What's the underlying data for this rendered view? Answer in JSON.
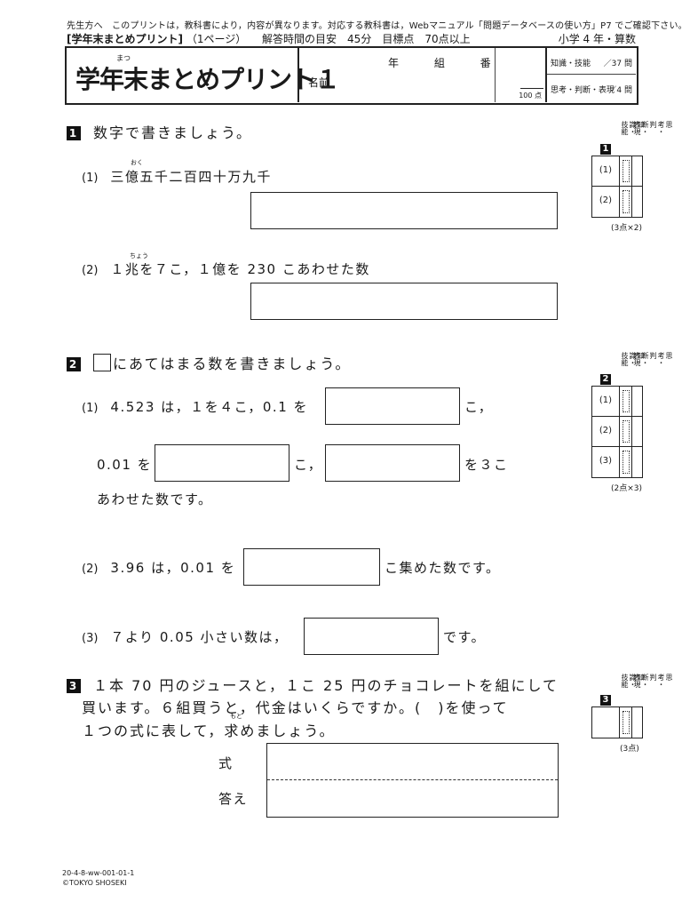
{
  "header": {
    "notice": "先生方へ　このプリントは，教科書により，内容が異なります。対応する教科書は，Webマニュアル「問題データベースの使い方」P7 でご確認下さい。",
    "subtitle": "[学年末まとめプリント]",
    "page": "（1ページ）",
    "time_guide": "解答時間の目安　45分　目標点　70点以上",
    "grade": "小学 4 年・算数",
    "title": "学年末まとめプリント１",
    "title_ruby": "まつ",
    "name_label": "名前",
    "class_labels": "年 組 番",
    "score_unit": "100 点",
    "eval1_label": "知識・技能",
    "eval1_value": "／37 問",
    "eval2_label": "思考・判断・表現",
    "eval2_value": "／4 問"
  },
  "q1": {
    "num": "1",
    "text": "数字で書きましょう。",
    "p1_label": "(1)",
    "p1_text": "三億五千二百四十万九千",
    "p1_ruby": "おく",
    "p2_label": "(2)",
    "p2_text": "１兆を７こ，１億を 230 こあわせた数",
    "p2_ruby": "ちょう"
  },
  "q2": {
    "num": "2",
    "text": "にあてはまる数を書きましょう。",
    "p1_label": "(1)",
    "p1_a": "4.523 は，１を４こ，0.1 を",
    "p1_b": "こ，",
    "p1_c": "0.01 を",
    "p1_d": "こ，",
    "p1_e": "を３こ",
    "p1_f": "あわせた数です。",
    "p2_label": "(2)",
    "p2_a": "3.96 は，0.01 を",
    "p2_b": "こ集めた数です。",
    "p3_label": "(3)",
    "p3_a": "７より 0.05 小さい数は，",
    "p3_b": "です。"
  },
  "q3": {
    "num": "3",
    "line1": "１本 70 円のジュースと，１こ 25 円のチョコレートを組にして",
    "line2": "買います。６組買うと，代金はいくらですか。(　)を使って",
    "line3": "１つの式に表して，求めましょう。",
    "ruby": "もと",
    "formula_label": "式",
    "answer_label": "答え"
  },
  "side": {
    "col1": "知識・技能",
    "col2": "思考・判断・表現",
    "t1_num": "1",
    "t1_rows": [
      "(1)",
      "(2)"
    ],
    "t1_points": "(3点×2)",
    "t2_num": "2",
    "t2_rows": [
      "(1)",
      "(2)",
      "(3)"
    ],
    "t2_points": "(2点×3)",
    "t3_num": "3",
    "t3_points": "(3点)"
  },
  "footer": {
    "code": "20-4-8-ww-001-01-1",
    "copyright": "©TOKYO SHOSEKI"
  }
}
